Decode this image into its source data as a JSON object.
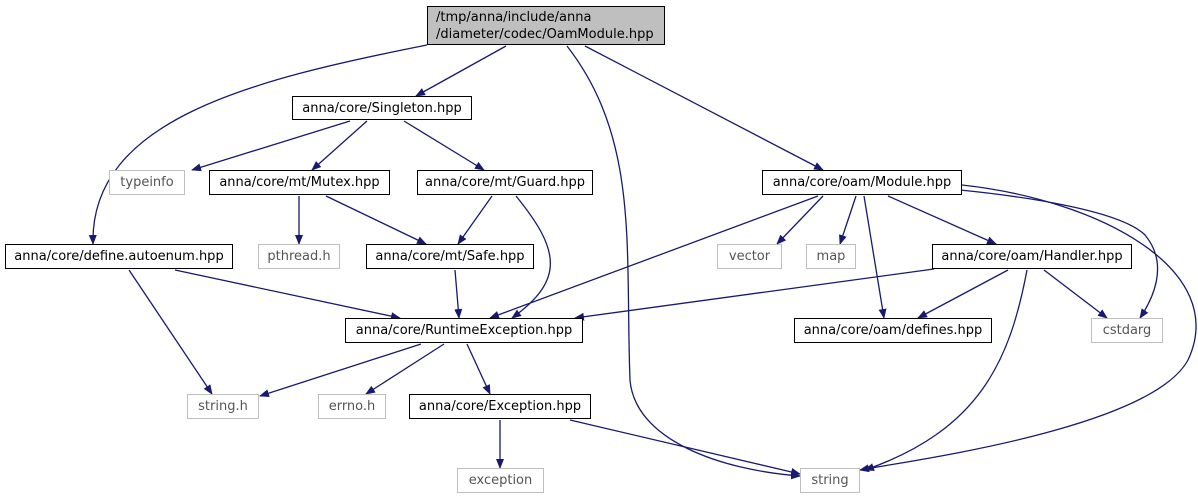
{
  "colors": {
    "edge": "#191970",
    "root_fill": "#bfbfbf",
    "node_border": "#000000",
    "external_border": "#bfbfbf"
  },
  "nodes": [
    {
      "id": "root",
      "label_lines": [
        "/tmp/anna/include/anna",
        "/diameter/codec/OamModule.hpp"
      ],
      "kind": "root"
    },
    {
      "id": "singleton",
      "label": "anna/core/Singleton.hpp",
      "kind": "header"
    },
    {
      "id": "typeinfo",
      "label": "typeinfo",
      "kind": "external"
    },
    {
      "id": "mutex",
      "label": "anna/core/mt/Mutex.hpp",
      "kind": "header"
    },
    {
      "id": "guard",
      "label": "anna/core/mt/Guard.hpp",
      "kind": "header"
    },
    {
      "id": "module",
      "label": "anna/core/oam/Module.hpp",
      "kind": "header"
    },
    {
      "id": "autoenum",
      "label": "anna/core/define.autoenum.hpp",
      "kind": "header"
    },
    {
      "id": "pthread",
      "label": "pthread.h",
      "kind": "external"
    },
    {
      "id": "safe",
      "label": "anna/core/mt/Safe.hpp",
      "kind": "header"
    },
    {
      "id": "vector",
      "label": "vector",
      "kind": "external"
    },
    {
      "id": "map",
      "label": "map",
      "kind": "external"
    },
    {
      "id": "handler",
      "label": "anna/core/oam/Handler.hpp",
      "kind": "header"
    },
    {
      "id": "runtime",
      "label": "anna/core/RuntimeException.hpp",
      "kind": "header"
    },
    {
      "id": "defines",
      "label": "anna/core/oam/defines.hpp",
      "kind": "header"
    },
    {
      "id": "cstdarg",
      "label": "cstdarg",
      "kind": "external"
    },
    {
      "id": "stringh",
      "label": "string.h",
      "kind": "external"
    },
    {
      "id": "errno",
      "label": "errno.h",
      "kind": "external"
    },
    {
      "id": "exception_hpp",
      "label": "anna/core/Exception.hpp",
      "kind": "header"
    },
    {
      "id": "exception",
      "label": "exception",
      "kind": "external"
    },
    {
      "id": "string",
      "label": "string",
      "kind": "external"
    }
  ],
  "edges": [
    {
      "from": "root",
      "to": "singleton"
    },
    {
      "from": "root",
      "to": "autoenum"
    },
    {
      "from": "root",
      "to": "module"
    },
    {
      "from": "root",
      "to": "string"
    },
    {
      "from": "singleton",
      "to": "typeinfo"
    },
    {
      "from": "singleton",
      "to": "mutex"
    },
    {
      "from": "singleton",
      "to": "guard"
    },
    {
      "from": "mutex",
      "to": "pthread"
    },
    {
      "from": "mutex",
      "to": "safe"
    },
    {
      "from": "guard",
      "to": "safe"
    },
    {
      "from": "guard",
      "to": "runtime"
    },
    {
      "from": "safe",
      "to": "runtime"
    },
    {
      "from": "autoenum",
      "to": "runtime"
    },
    {
      "from": "autoenum",
      "to": "stringh"
    },
    {
      "from": "module",
      "to": "runtime"
    },
    {
      "from": "module",
      "to": "vector"
    },
    {
      "from": "module",
      "to": "map"
    },
    {
      "from": "module",
      "to": "defines"
    },
    {
      "from": "module",
      "to": "handler"
    },
    {
      "from": "module",
      "to": "cstdarg"
    },
    {
      "from": "module",
      "to": "string"
    },
    {
      "from": "handler",
      "to": "runtime"
    },
    {
      "from": "handler",
      "to": "defines"
    },
    {
      "from": "handler",
      "to": "cstdarg"
    },
    {
      "from": "handler",
      "to": "string"
    },
    {
      "from": "runtime",
      "to": "stringh"
    },
    {
      "from": "runtime",
      "to": "errno"
    },
    {
      "from": "runtime",
      "to": "exception_hpp"
    },
    {
      "from": "exception_hpp",
      "to": "exception"
    },
    {
      "from": "exception_hpp",
      "to": "string"
    }
  ]
}
